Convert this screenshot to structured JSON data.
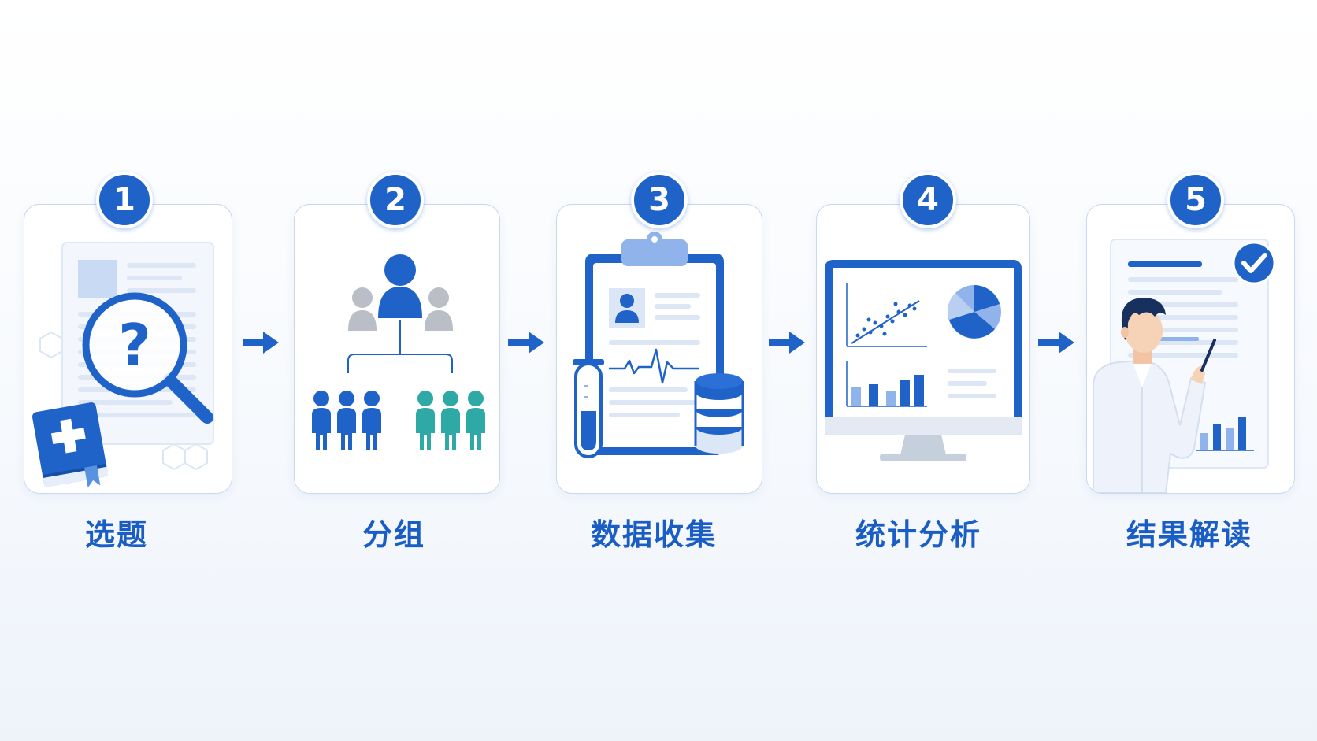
{
  "steps": [
    {
      "number": "1",
      "label": "选题",
      "icon": "magnifier-question-book-icon"
    },
    {
      "number": "2",
      "label": "分组",
      "icon": "people-grouping-icon"
    },
    {
      "number": "3",
      "label": "数据收集",
      "icon": "clipboard-testtube-database-icon"
    },
    {
      "number": "4",
      "label": "统计分析",
      "icon": "monitor-charts-icon"
    },
    {
      "number": "5",
      "label": "结果解读",
      "icon": "doctor-report-check-icon"
    }
  ],
  "colors": {
    "primary": "#1f63c9",
    "light_blue": "#8fb3ea",
    "teal": "#2fa9a6",
    "gray": "#b9bec7",
    "card_border": "#c9d8ee"
  }
}
